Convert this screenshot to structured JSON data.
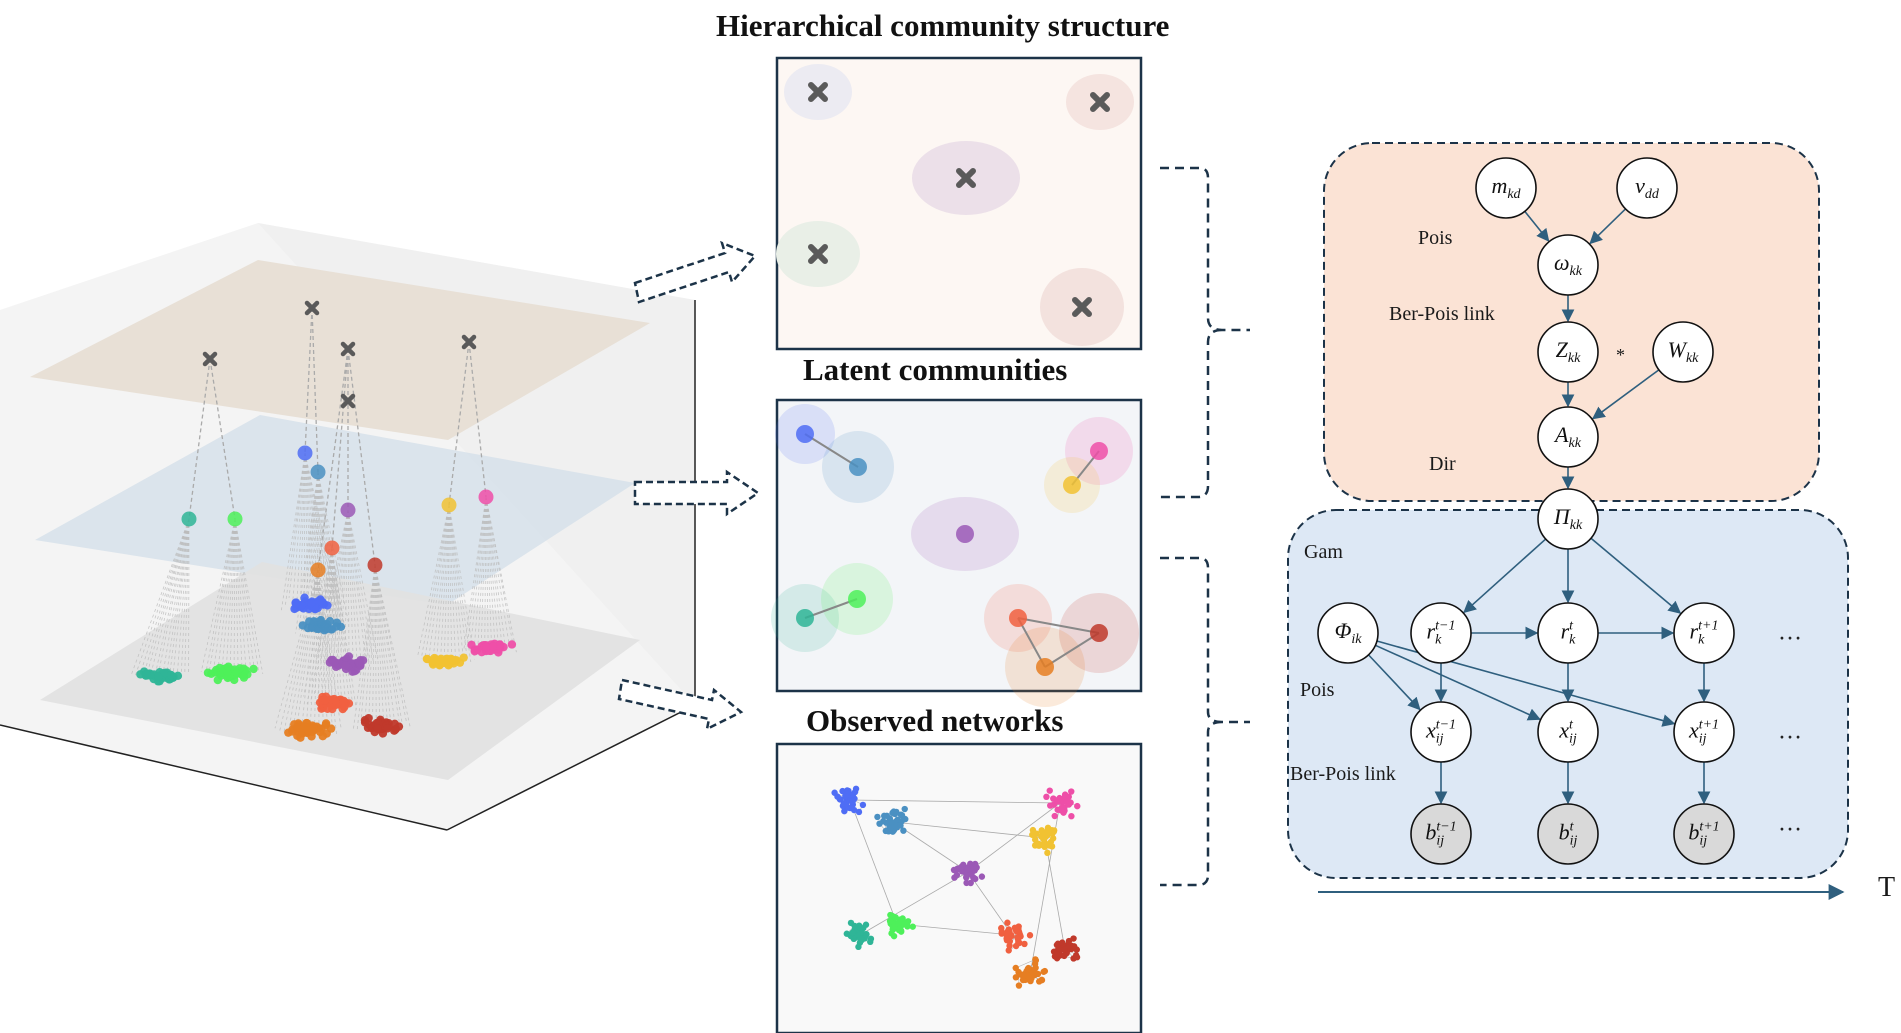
{
  "titles": {
    "hierarchical": "Hierarchical community structure",
    "latent": "Latent communities",
    "observed": "Observed networks"
  },
  "pgm": {
    "labels": {
      "pois_top": "Pois",
      "berpois_top": "Ber-Pois link",
      "dir": "Dir",
      "gam": "Gam",
      "pois_bottom": "Pois",
      "berpois_bottom": "Ber-Pois link",
      "times": "*",
      "time_axis": "T"
    },
    "nodes": [
      {
        "id": "m",
        "base": "m",
        "sub": "kd",
        "sup": ""
      },
      {
        "id": "v",
        "base": "v",
        "sub": "dd",
        "sup": ""
      },
      {
        "id": "w",
        "base": "ω",
        "sub": "kk",
        "sup": ""
      },
      {
        "id": "Z",
        "base": "Z",
        "sub": "kk",
        "sup": ""
      },
      {
        "id": "W",
        "base": "W",
        "sub": "kk",
        "sup": ""
      },
      {
        "id": "A",
        "base": "A",
        "sub": "kk",
        "sup": ""
      },
      {
        "id": "Pi",
        "base": "Π",
        "sub": "kk",
        "sup": ""
      },
      {
        "id": "Phi",
        "base": "Φ",
        "sub": "ik",
        "sup": ""
      },
      {
        "id": "r1",
        "base": "r",
        "sub": "k",
        "sup": "t−1"
      },
      {
        "id": "r2",
        "base": "r",
        "sub": "k",
        "sup": "t"
      },
      {
        "id": "r3",
        "base": "r",
        "sub": "k",
        "sup": "t+1"
      },
      {
        "id": "x1",
        "base": "x",
        "sub": "ij",
        "sup": "t−1"
      },
      {
        "id": "x2",
        "base": "x",
        "sub": "ij",
        "sup": "t"
      },
      {
        "id": "x3",
        "base": "x",
        "sub": "ij",
        "sup": "t+1"
      },
      {
        "id": "b1",
        "base": "b",
        "sub": "ij",
        "sup": "t−1"
      },
      {
        "id": "b2",
        "base": "b",
        "sub": "ij",
        "sup": "t"
      },
      {
        "id": "b3",
        "base": "b",
        "sub": "ij",
        "sup": "t+1"
      }
    ],
    "ellipsis": "…"
  },
  "colors": {
    "orange_panel": "#fbe3d5",
    "blue_panel": "#dde8f5",
    "edge": "#2f5f7e",
    "observed_node": "#d9d9d9",
    "community_1": "#4f6df5",
    "community_2": "#4a90c2",
    "community_3": "#2fb597",
    "community_4": "#4ef05a",
    "community_5": "#9b59b6",
    "community_6": "#f1c232",
    "community_7": "#ee4fa8",
    "community_8": "#f06040",
    "community_9": "#e67e22",
    "community_10": "#c0392b"
  }
}
